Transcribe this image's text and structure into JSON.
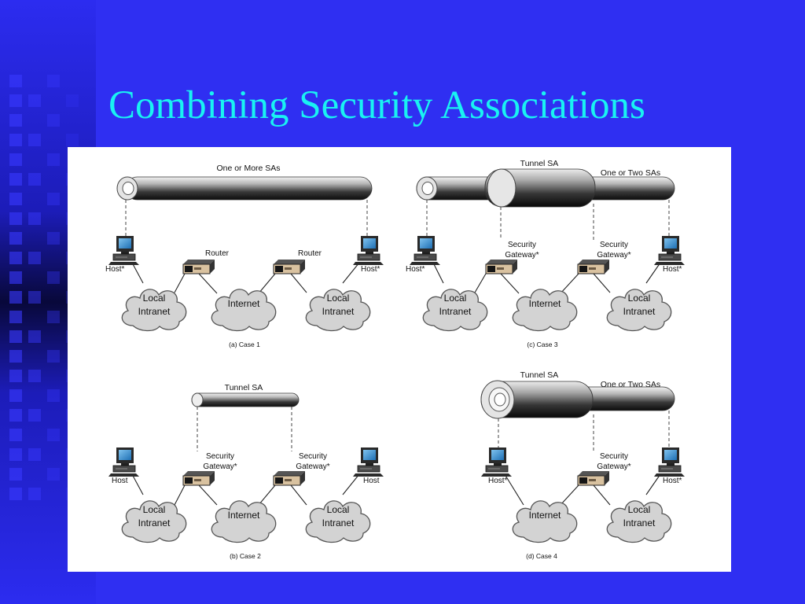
{
  "slide": {
    "title": "Combining Security Associations"
  },
  "labels": {
    "one_or_more_sas": "One or More SAs",
    "one_or_two_sas": "One or Two SAs",
    "tunnel_sa": "Tunnel SA",
    "router": "Router",
    "host_star": "Host*",
    "host": "Host",
    "security": "Security",
    "gateway_star": "Gateway*",
    "local": "Local",
    "intranet": "Intranet",
    "internet": "Internet"
  },
  "captions": {
    "case1": "(a) Case 1",
    "case2": "(b) Case 2",
    "case3": "(c) Case 3",
    "case4": "(d) Case 4"
  },
  "colors": {
    "background": "#2f2ff2",
    "title": "#19f2f2",
    "panel": "#ffffff",
    "device_tan": "#d9c2a0",
    "screen": "#2f86c8"
  }
}
